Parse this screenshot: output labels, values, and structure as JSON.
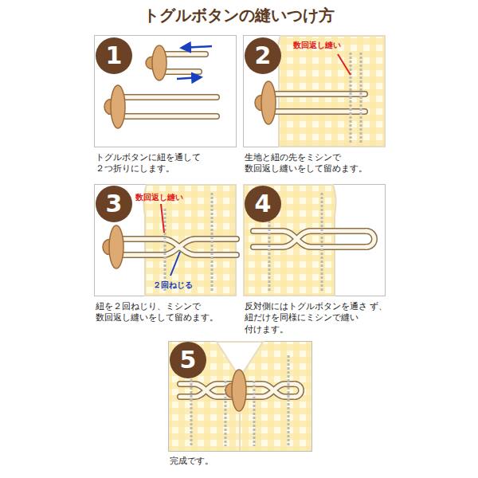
{
  "diagram": {
    "title": "トグルボタンの縫いつけ方",
    "nodes": [
      {
        "text": [
          "1"
        ]
      },
      {
        "text": [
          "2"
        ]
      },
      {
        "text": [
          "3"
        ]
      },
      {
        "text": [
          "4"
        ]
      },
      {
        "text": [
          "5"
        ]
      }
    ],
    "labels": [
      "トグルボタンに紐を通して ２つ折りにします。",
      "数回返し縫い",
      "生地と紐の先をミシンで 数回返し縫いをして留めます。",
      "数回返し縫い",
      "２回ねじる",
      "紐を２回ねじり、ミシンで 数回返し縫いをして留めます。",
      "反対側にはトグルボタンを通さ ず、紐だけを同様にミシンで縫い 付けます。",
      "完成です。"
    ]
  }
}
